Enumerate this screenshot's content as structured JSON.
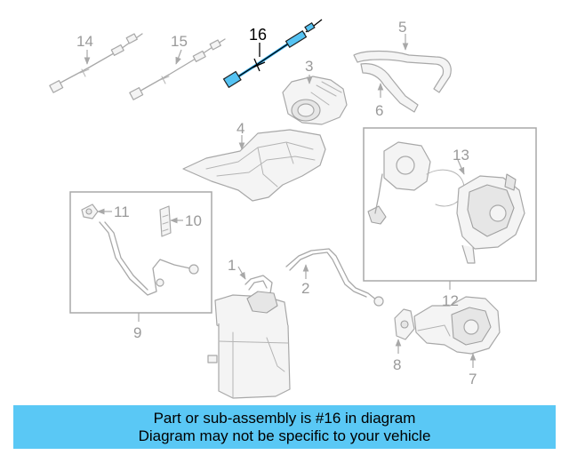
{
  "parts": [
    {
      "id": "14",
      "label": "14"
    },
    {
      "id": "15",
      "label": "15"
    },
    {
      "id": "16",
      "label": "16",
      "highlighted": true
    },
    {
      "id": "5",
      "label": "5"
    },
    {
      "id": "3",
      "label": "3"
    },
    {
      "id": "6",
      "label": "6"
    },
    {
      "id": "4",
      "label": "4"
    },
    {
      "id": "13",
      "label": "13"
    },
    {
      "id": "11",
      "label": "11"
    },
    {
      "id": "10",
      "label": "10"
    },
    {
      "id": "9",
      "label": "9"
    },
    {
      "id": "1",
      "label": "1"
    },
    {
      "id": "2",
      "label": "2"
    },
    {
      "id": "12",
      "label": "12"
    },
    {
      "id": "8",
      "label": "8"
    },
    {
      "id": "7",
      "label": "7"
    }
  ],
  "colors": {
    "highlight_part": "#55c3f3",
    "banner_background": "#5ac8f5",
    "line_art": "#a8a8a8"
  },
  "banner": {
    "line1": "Part or sub-assembly is #16 in diagram",
    "line2": "Diagram may not be specific to your vehicle"
  }
}
